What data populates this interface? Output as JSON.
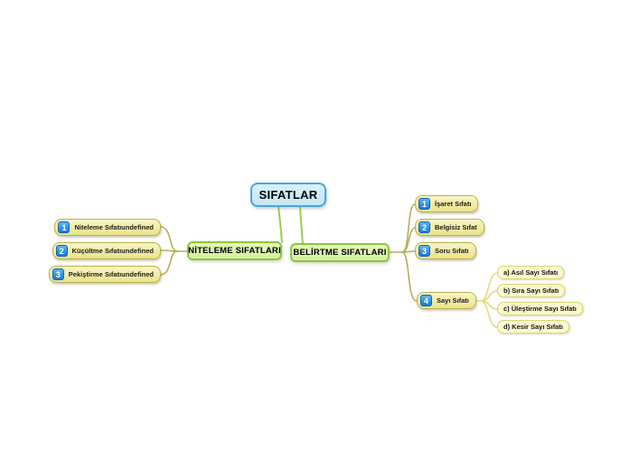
{
  "root": {
    "label": "SIFATLAR"
  },
  "branches": {
    "niteleme": {
      "label": "NİTELEME SIFATLARI",
      "children": [
        {
          "badge": "1",
          "label": "Niteleme Sıfatıundefined"
        },
        {
          "badge": "2",
          "label": "Küçültme Sıfatıundefined"
        },
        {
          "badge": "3",
          "label": "Pekiştirme Sıfatıundefined"
        }
      ]
    },
    "belirtme": {
      "label": "BELİRTME SIFATLARI",
      "children": [
        {
          "badge": "1",
          "label": "İşaret Sıfatı"
        },
        {
          "badge": "2",
          "label": "Belgisiz Sıfat"
        },
        {
          "badge": "3",
          "label": "Soru Sıfatı"
        },
        {
          "badge": "4",
          "label": "Sayı Sıfatı",
          "children": [
            {
              "label": "a) Asıl Sayı Sıfatı"
            },
            {
              "label": "b) Sıra Sayı Sıfatı"
            },
            {
              "label": "c) Üleştirme Sayı Sıfatı"
            },
            {
              "label": "d) Kesir Sayı Sıfatı"
            }
          ]
        }
      ]
    }
  },
  "colors": {
    "canvas_bg": "#ffffff",
    "root_fill_top": "#d9f1fc",
    "root_fill": "#c3e7f8",
    "root_border": "#4aa6dc",
    "branch_fill_top": "#e3f6ba",
    "branch_fill": "#d4efa0",
    "branch_border": "#8cc63e",
    "topic_fill_top": "#f9f5c6",
    "topic_fill": "#ebe389",
    "topic_border": "#b9b14d",
    "leaf_fill": "#fcf8cf",
    "leaf_border": "#ddd478",
    "badge_fill_top": "#5db6ed",
    "badge_fill": "#1a78d6",
    "badge_border": "#1262b8",
    "line_green": "#9ccb52",
    "line_olive": "#b5ad58",
    "line_yellow": "#e4da7e"
  }
}
